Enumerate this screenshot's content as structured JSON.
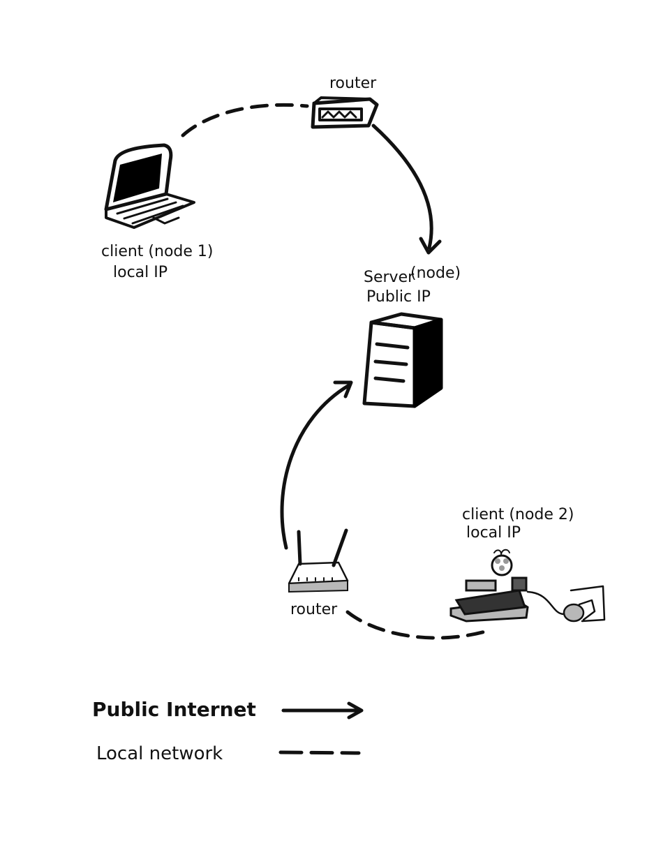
{
  "diagram": {
    "nodes": {
      "router_top": {
        "label": "router",
        "icon": "router-icon"
      },
      "client1": {
        "label_line1": "client (node 1)",
        "label_line2": "local IP",
        "icon": "laptop-icon"
      },
      "server": {
        "label_line1": "Server",
        "label_node": "(node)",
        "label_line2": "Public IP",
        "icon": "server-icon"
      },
      "router_bottom": {
        "label": "router",
        "icon": "wifi-router-icon"
      },
      "client2": {
        "label_line1": "client (node 2)",
        "label_line2": "local IP",
        "icon": "raspberry-pi-icon"
      }
    },
    "connections": [
      {
        "from": "client1",
        "to": "router_top",
        "type": "local"
      },
      {
        "from": "router_top",
        "to": "server",
        "type": "public"
      },
      {
        "from": "router_bottom",
        "to": "server",
        "type": "public"
      },
      {
        "from": "client2",
        "to": "router_bottom",
        "type": "local"
      }
    ],
    "legend": {
      "public_label": "Public Internet",
      "local_label": "Local network"
    },
    "colors": {
      "ink": "#111111",
      "background": "#ffffff",
      "gray_fill": "#b8b8b8"
    }
  }
}
